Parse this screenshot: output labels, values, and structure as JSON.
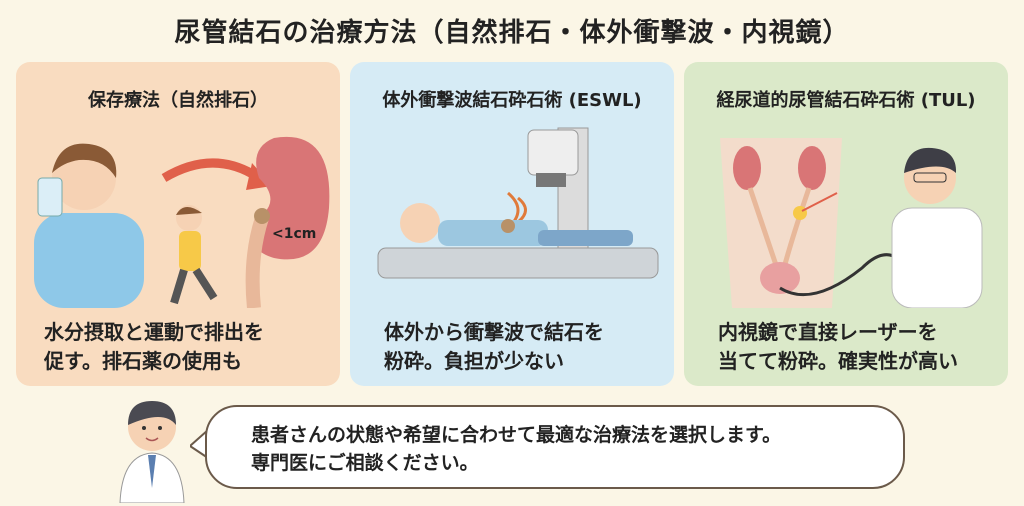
{
  "title": "尿管結石の治療方法（自然排石・体外衝撃波・内視鏡）",
  "panels": [
    {
      "heading": "保存療法（自然排石）",
      "label": "<1cm",
      "lines": [
        "水分摂取と運動で排出を",
        "促す。排石薬の使用も"
      ]
    },
    {
      "heading": "体外衝撃波結石砕石術 (ESWL)",
      "lines": [
        "体外から衝撃波で結石を",
        "粉砕。負担が少ない"
      ]
    },
    {
      "heading": "経尿道的尿管結石砕石術 (TUL)",
      "lines": [
        "内視鏡で直接レーザーを",
        "当てて粉砕。確実性が高い"
      ]
    }
  ],
  "bubble": {
    "lines": [
      "患者さんの状態や希望に合わせて最適な治療法を選択します。",
      "専門医にご相談ください。"
    ]
  },
  "colors": {
    "panel1": "#f9dcc0",
    "panel2": "#d6ebf5",
    "panel3": "#dbe9c9",
    "background": "#fbf6e6"
  }
}
